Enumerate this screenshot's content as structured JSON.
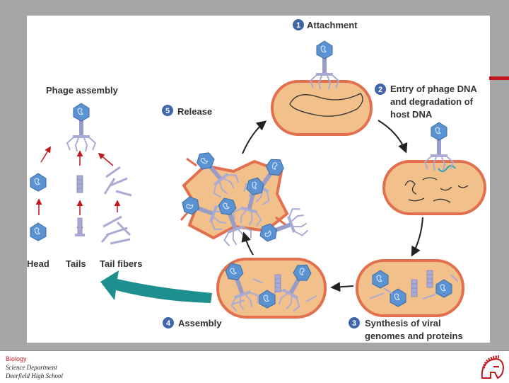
{
  "steps": [
    {
      "number": "1",
      "label_lines": [
        "Attachment"
      ]
    },
    {
      "number": "2",
      "label_lines": [
        "Entry of phage DNA",
        "and degradation of",
        "host DNA"
      ]
    },
    {
      "number": "3",
      "label_lines": [
        "Synthesis of viral",
        "genomes and proteins"
      ]
    },
    {
      "number": "4",
      "label_lines": [
        "Assembly"
      ]
    },
    {
      "number": "5",
      "label_lines": [
        "Release"
      ]
    }
  ],
  "phage_assembly": {
    "title": "Phage assembly",
    "parts": [
      "Head",
      "Tails",
      "Tail fibers"
    ]
  },
  "footer": {
    "subject": "Biology",
    "department": "Science Department",
    "school": "Deerfield High School"
  },
  "colors": {
    "step_badge": "#3f66a8",
    "cell_fill": "#f2c08a",
    "cell_border": "#e2704e",
    "phage_head": "#5b93d2",
    "phage_tail": "#a9abd4",
    "cycle_arrow": "#222222",
    "assembly_arrow": "#1d8f8f",
    "red_arrow": "#c0171d"
  },
  "icons": [
    "phage-icon",
    "bacterium-cell-icon",
    "hexagon-head-icon",
    "tail-icon",
    "tail-fiber-icon",
    "spartan-helmet-logo-icon"
  ]
}
